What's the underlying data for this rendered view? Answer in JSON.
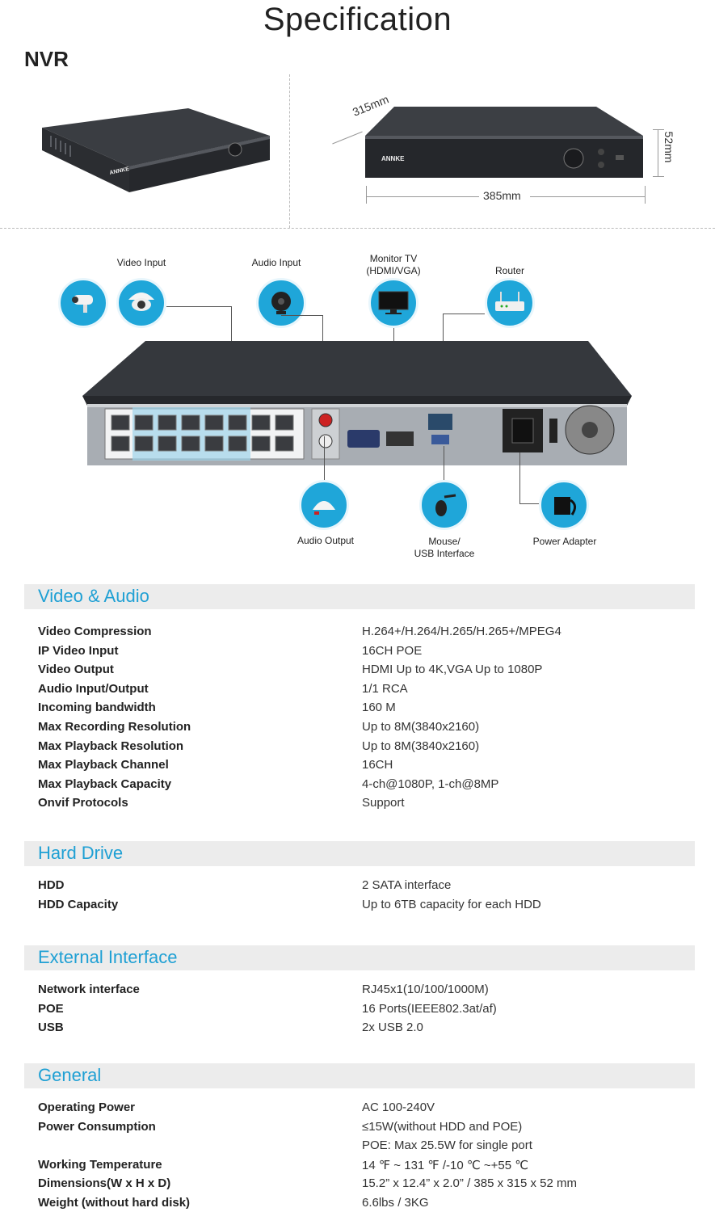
{
  "title": "Specification",
  "nvr_label": "NVR",
  "product": {
    "brand": "ANNKE",
    "dims": {
      "depth": "315mm",
      "width": "385mm",
      "height": "52mm"
    }
  },
  "connections": {
    "video_input": "Video Input",
    "audio_input": "Audio Input",
    "monitor_tv": "Monitor TV",
    "monitor_tv_sub": "(HDMI/VGA)",
    "router": "Router",
    "audio_output": "Audio Output",
    "mouse": "Mouse/",
    "mouse_sub": "USB Interface",
    "power_adapter": "Power Adapter"
  },
  "sections": [
    {
      "title": "Video & Audio",
      "rows": [
        {
          "k": "Video Compression",
          "v": "H.264+/H.264/H.265/H.265+/MPEG4"
        },
        {
          "k": "IP Video Input",
          "v": "16CH POE"
        },
        {
          "k": "Video Output",
          "v": "HDMI Up to 4K,VGA Up to 1080P"
        },
        {
          "k": "Audio Input/Output",
          "v": "1/1 RCA"
        },
        {
          "k": "Incoming bandwidth",
          "v": "160 M"
        },
        {
          "k": "Max Recording Resolution",
          "v": "Up to 8M(3840x2160)"
        },
        {
          "k": "Max Playback Resolution",
          "v": "Up to 8M(3840x2160)"
        },
        {
          "k": "Max Playback Channel",
          "v": "16CH"
        },
        {
          "k": "Max Playback Capacity",
          "v": "4-ch@1080P, 1-ch@8MP"
        },
        {
          "k": "Onvif Protocols",
          "v": "Support"
        }
      ]
    },
    {
      "title": "Hard Drive",
      "rows": [
        {
          "k": "HDD",
          "v": "2 SATA interface"
        },
        {
          "k": "HDD Capacity",
          "v": "Up to 6TB capacity for each HDD"
        }
      ]
    },
    {
      "title": "External Interface",
      "rows": [
        {
          "k": "Network interface",
          "v": "RJ45x1(10/100/1000M)"
        },
        {
          "k": "POE",
          "v": "16 Ports(IEEE802.3at/af)"
        },
        {
          "k": "USB",
          "v": "2x USB 2.0"
        }
      ]
    },
    {
      "title": "General",
      "rows": [
        {
          "k": "Operating Power",
          "v": "AC 100-240V"
        },
        {
          "k": "Power Consumption",
          "v": "≤15W(without HDD and POE)"
        },
        {
          "k": "",
          "v": "POE: Max 25.5W for single port"
        },
        {
          "k": "Working Temperature",
          "v": "14 ℉ ~ 131 ℉ /-10 ℃ ~+55 ℃"
        },
        {
          "k": "Dimensions(W x H x D)",
          "v": "15.2” x 12.4” x 2.0” / 385 x 315 x 52 mm"
        },
        {
          "k": "Weight (without hard disk)",
          "v": "6.6lbs / 3KG"
        }
      ]
    }
  ]
}
